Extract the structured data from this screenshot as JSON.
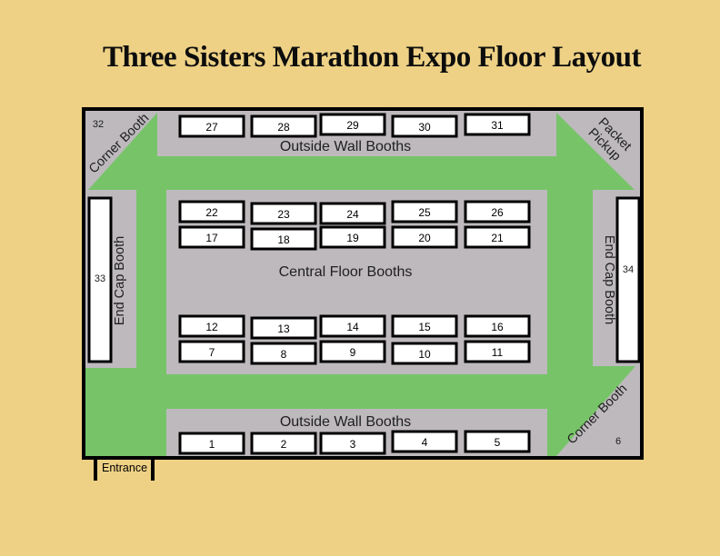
{
  "title": "Three Sisters Marathon Expo Floor Layout",
  "colors": {
    "background": "#eed185",
    "floor_gray": "#bdb9bd",
    "path_green": "#77c468",
    "booth_white": "#ffffff",
    "outline_black": "#000000"
  },
  "areas": {
    "outside_wall_top": "Outside Wall Booths",
    "outside_wall_bottom": "Outside Wall Booths",
    "central_floor": "Central Floor Booths",
    "end_cap_left_label": "End Cap Booth",
    "end_cap_right_label": "End Cap Booth",
    "corner_top_left_label": "Corner Booth",
    "corner_bottom_right_label": "Corner Booth",
    "packet_pickup_line1": "Packet",
    "packet_pickup_line2": "Pickup",
    "entrance_label": "Entrance"
  },
  "booths": {
    "bottom_wall": [
      "1",
      "2",
      "3",
      "4",
      "5"
    ],
    "corner_bottom_right": "6",
    "central_lower_front": [
      "7",
      "8",
      "9",
      "10",
      "11"
    ],
    "central_lower_back": [
      "12",
      "13",
      "14",
      "15",
      "16"
    ],
    "central_upper_front": [
      "17",
      "18",
      "19",
      "20",
      "21"
    ],
    "central_upper_back": [
      "22",
      "23",
      "24",
      "25",
      "26"
    ],
    "top_wall": [
      "27",
      "28",
      "29",
      "30",
      "31"
    ],
    "corner_top_left": "32",
    "end_cap_left": "33",
    "end_cap_right": "34"
  }
}
